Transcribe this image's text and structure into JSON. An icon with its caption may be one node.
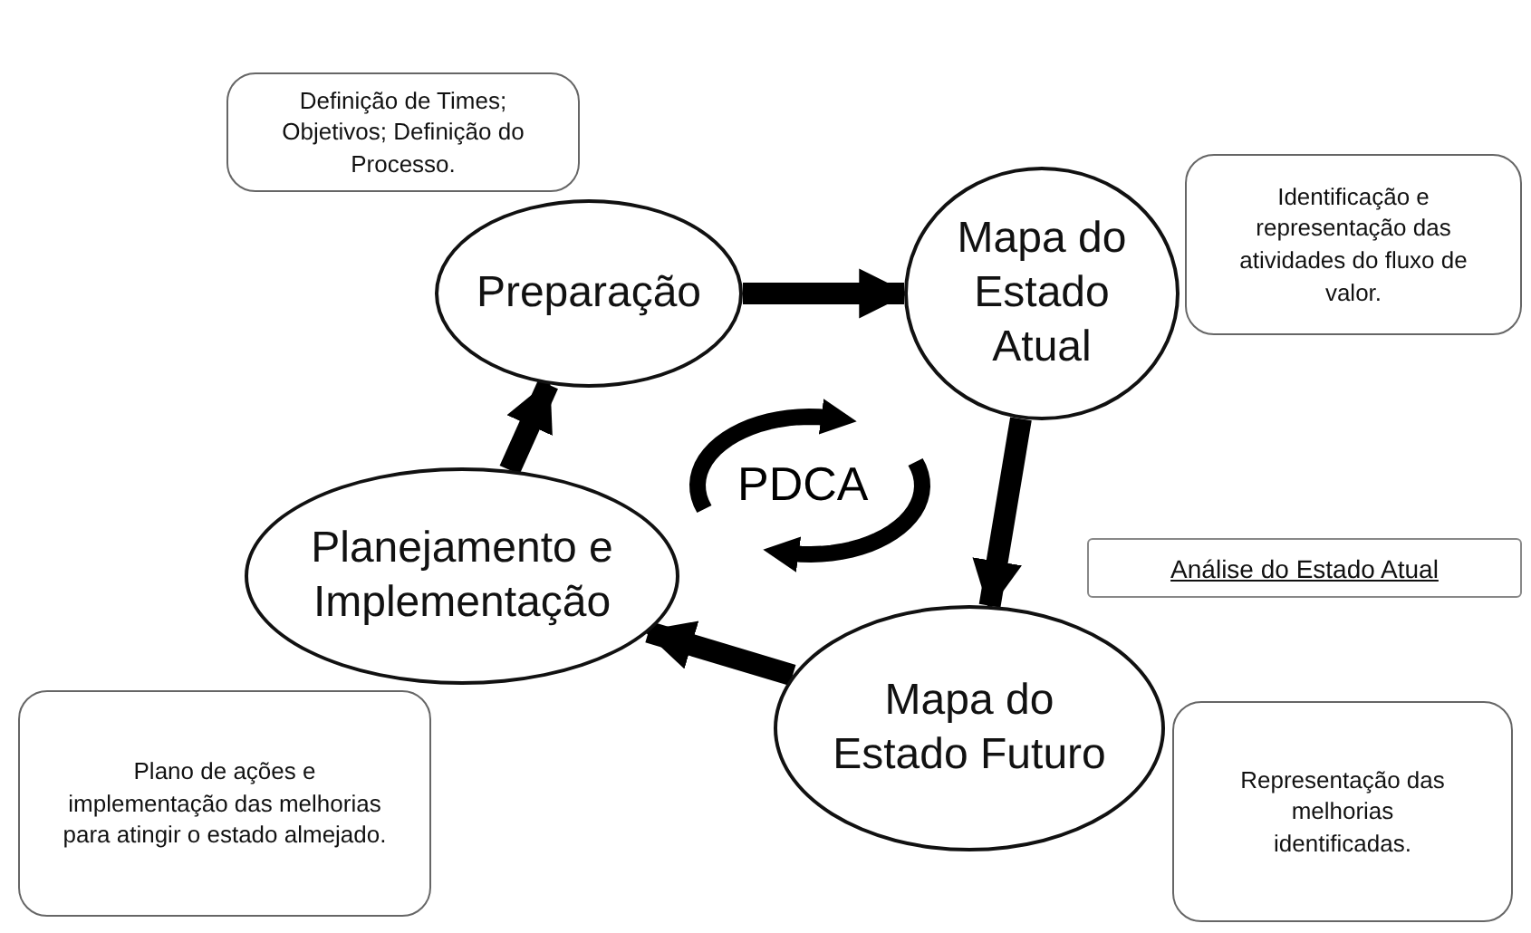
{
  "diagram": {
    "nodes": [
      {
        "text": [
          "Definição de Times; Objetivos; Definição do Processo."
        ]
      },
      {
        "text": [
          "Preparação"
        ]
      },
      {
        "text": [
          "Identificação e representação das atividades do fluxo de valor."
        ]
      },
      {
        "text": [
          "Mapa do Estado Atual"
        ]
      },
      {
        "text": [
          "Análise do Estado Atual"
        ]
      },
      {
        "text": [
          "Planejamento e Implementação"
        ]
      },
      {
        "text": [
          "Mapa do Estado Futuro"
        ]
      },
      {
        "text": [
          "Plano de ações e implementação das melhorias para atingir o estado almejado."
        ]
      },
      {
        "text": [
          "Representação das melhorias identificadas."
        ]
      }
    ],
    "edges": [
      {
        "from": 1,
        "to": 3,
        "arrow": "to"
      },
      {
        "from": 3,
        "to": 6,
        "arrow": "to"
      },
      {
        "from": 6,
        "to": 5,
        "arrow": "to"
      },
      {
        "from": 5,
        "to": 1,
        "arrow": "to"
      }
    ],
    "labels": [
      "PDCA"
    ]
  }
}
